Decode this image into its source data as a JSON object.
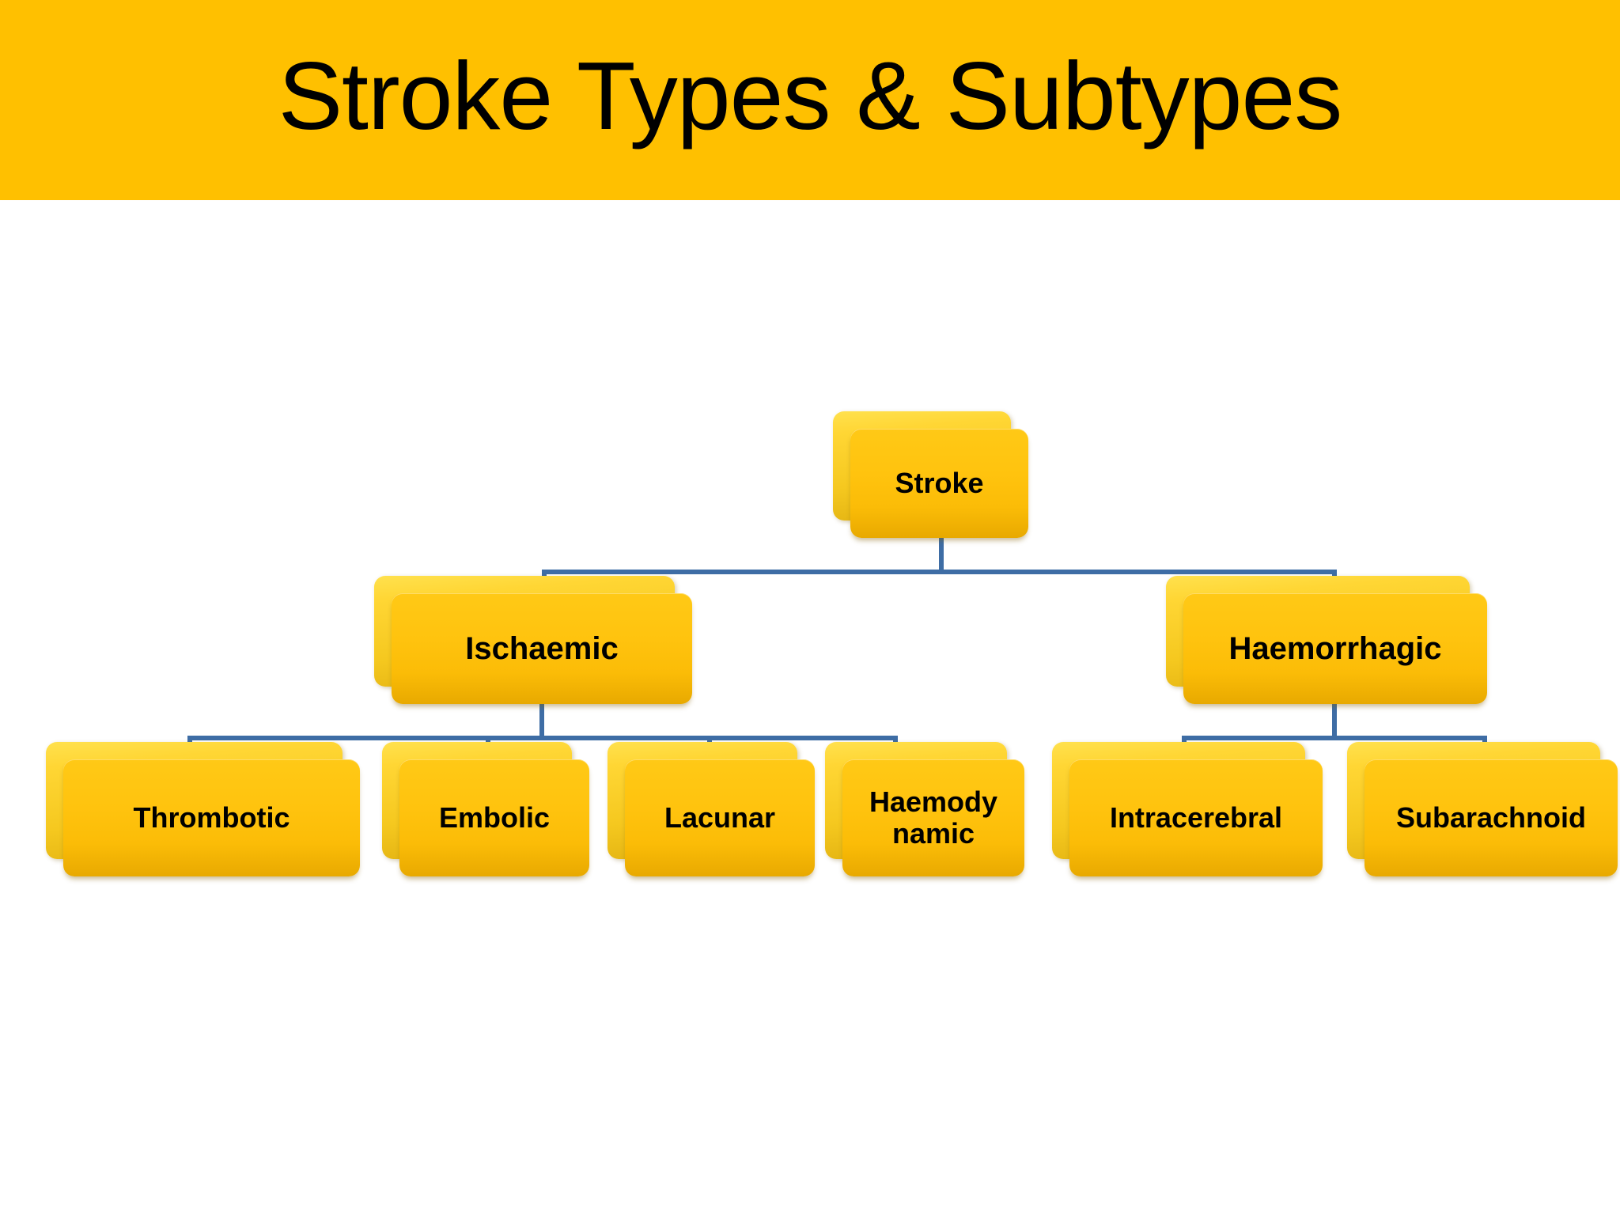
{
  "slide": {
    "background_color": "#FFFFFF",
    "banner_color": "#FFC000",
    "node_fill_color": "#FFC30E",
    "node_plate_color": "#FFD634",
    "connector_color": "#3E6DA5",
    "title": "Stroke Types & Subtypes"
  },
  "chart_data": {
    "type": "diagram",
    "diagram_kind": "organization-chart",
    "title": "Stroke Types & Subtypes",
    "levels": 3,
    "root": "Stroke",
    "nodes": [
      {
        "id": "stroke",
        "label": "Stroke",
        "level": 1,
        "parent": null
      },
      {
        "id": "ischaemic",
        "label": "Ischaemic",
        "level": 2,
        "parent": "stroke"
      },
      {
        "id": "haemorrhagic",
        "label": "Haemorrhagic",
        "level": 2,
        "parent": "stroke"
      },
      {
        "id": "thrombotic",
        "label": "Thrombotic",
        "level": 3,
        "parent": "ischaemic"
      },
      {
        "id": "embolic",
        "label": "Embolic",
        "level": 3,
        "parent": "ischaemic"
      },
      {
        "id": "lacunar",
        "label": "Lacunar",
        "level": 3,
        "parent": "ischaemic"
      },
      {
        "id": "haemodynamic",
        "label": "Haemody namic",
        "level": 3,
        "parent": "ischaemic"
      },
      {
        "id": "intracerebral",
        "label": "Intracerebral",
        "level": 3,
        "parent": "haemorrhagic"
      },
      {
        "id": "subarachnoid",
        "label": "Subarachnoid",
        "level": 3,
        "parent": "haemorrhagic"
      }
    ],
    "edges": [
      {
        "from": "stroke",
        "to": "ischaemic"
      },
      {
        "from": "stroke",
        "to": "haemorrhagic"
      },
      {
        "from": "ischaemic",
        "to": "thrombotic"
      },
      {
        "from": "ischaemic",
        "to": "embolic"
      },
      {
        "from": "ischaemic",
        "to": "lacunar"
      },
      {
        "from": "ischaemic",
        "to": "haemodynamic"
      },
      {
        "from": "haemorrhagic",
        "to": "intracerebral"
      },
      {
        "from": "haemorrhagic",
        "to": "subarachnoid"
      }
    ]
  },
  "nodes": {
    "stroke": {
      "label": "Stroke"
    },
    "ischaemic": {
      "label": "Ischaemic"
    },
    "haemorrhagic": {
      "label": "Haemorrhagic"
    },
    "thrombotic": {
      "label": "Thrombotic"
    },
    "embolic": {
      "label": "Embolic"
    },
    "lacunar": {
      "label": "Lacunar"
    },
    "haemodynamic_line1": {
      "label": "Haemody"
    },
    "haemodynamic_line2": {
      "label": "namic"
    },
    "intracerebral": {
      "label": "Intracerebral"
    },
    "subarachnoid": {
      "label": "Subarachnoid"
    }
  }
}
